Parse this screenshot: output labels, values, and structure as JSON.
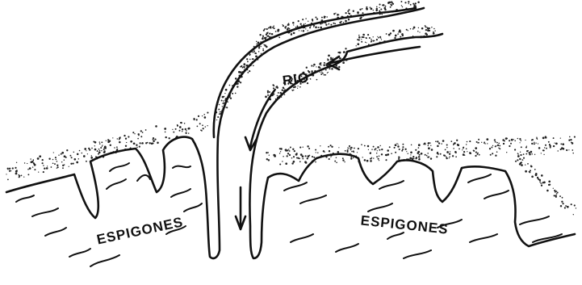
{
  "labels": {
    "river": "RIO",
    "groynes_left": "ESPIGONES",
    "groynes_right": "ESPIGONES"
  },
  "colors": {
    "ink": "#111111",
    "background": "#ffffff"
  }
}
